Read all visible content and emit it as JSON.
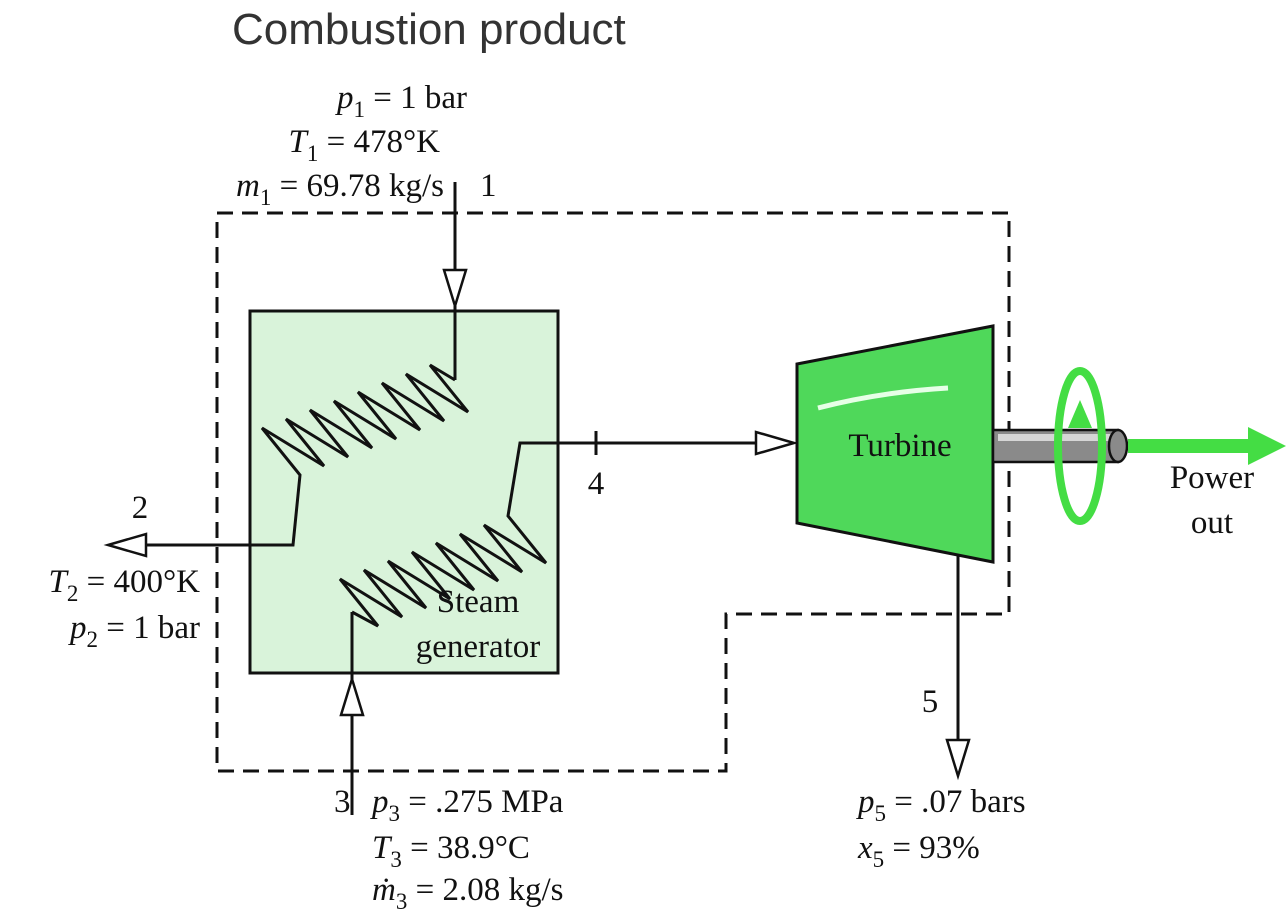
{
  "title": "Combustion product",
  "colors": {
    "generator_fill": "#d9f3da",
    "turbine_fill": "#4fd85a",
    "power_arrow": "#44dd44",
    "shaft": "#8a8a8a",
    "line": "#111111"
  },
  "icons": {
    "shaft_rotation": "circular-arrow-icon",
    "power_out": "arrow-right-icon"
  },
  "state1": {
    "number": "1",
    "p_sym": "p",
    "p_sub": "1",
    "p_val": " = 1 bar",
    "T_sym": "T",
    "T_sub": "1",
    "T_val": " = 478°K",
    "m_sym": "m",
    "m_sub": "1",
    "m_val": " = 69.78 kg/s"
  },
  "state2": {
    "number": "2",
    "T_sym": "T",
    "T_sub": "2",
    "T_val": " = 400°K",
    "p_sym": "p",
    "p_sub": "2",
    "p_val": " = 1 bar"
  },
  "state3": {
    "number": "3",
    "p_sym": "p",
    "p_sub": "3",
    "p_val": " = .275 MPa",
    "T_sym": "T",
    "T_sub": "3",
    "T_val": " = 38.9°C",
    "m_sym": "ṁ",
    "m_sub": "3",
    "m_val": " = 2.08 kg/s"
  },
  "state4": {
    "number": "4"
  },
  "state5": {
    "number": "5",
    "p_sym": "p",
    "p_sub": "5",
    "p_val": " = .07 bars",
    "x_sym": "x",
    "x_sub": "5",
    "x_val": " = 93%"
  },
  "steam_generator": {
    "line1": "Steam",
    "line2": "generator"
  },
  "turbine": {
    "label": "Turbine"
  },
  "power_out": {
    "line1": "Power",
    "line2": "out"
  }
}
